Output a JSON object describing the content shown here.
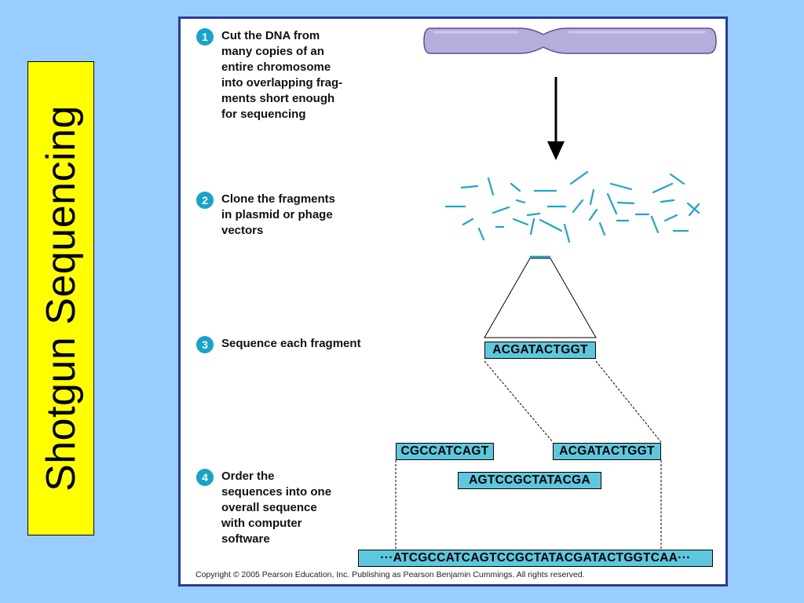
{
  "side_title": "Shotgun Sequencing",
  "steps": [
    {
      "num": "1",
      "text": "Cut the DNA from\nmany copies of an\nentire chromosome\ninto overlapping frag-\nments short enough\nfor sequencing"
    },
    {
      "num": "2",
      "text": "Clone the fragments\nin plasmid or phage\nvectors"
    },
    {
      "num": "3",
      "text": "Sequence each fragment"
    },
    {
      "num": "4",
      "text": "Order the\nsequences into one\noverall sequence\nwith computer\nsoftware"
    }
  ],
  "sequences": {
    "fragment": "ACGATACTGGT",
    "read_left": "CGCCATCAGT",
    "read_right": "ACGATACTGGT",
    "read_middle": "AGTCCGCTATACGA",
    "overall": "···ATCGCCATCAGTCCGCTATACGATACTGGTCAA···"
  },
  "copyright": "Copyright © 2005 Pearson Education, Inc. Publishing as Pearson Benjamin Cummings. All rights reserved.",
  "colors": {
    "background": "#99ccff",
    "title_box": "#ffff00",
    "panel_border": "#2b3b9a",
    "step_circle": "#16a5c8",
    "fragment": "#1aa7c9",
    "sequence_box": "#5cc7dd",
    "chromosome": "#b4aedc"
  }
}
